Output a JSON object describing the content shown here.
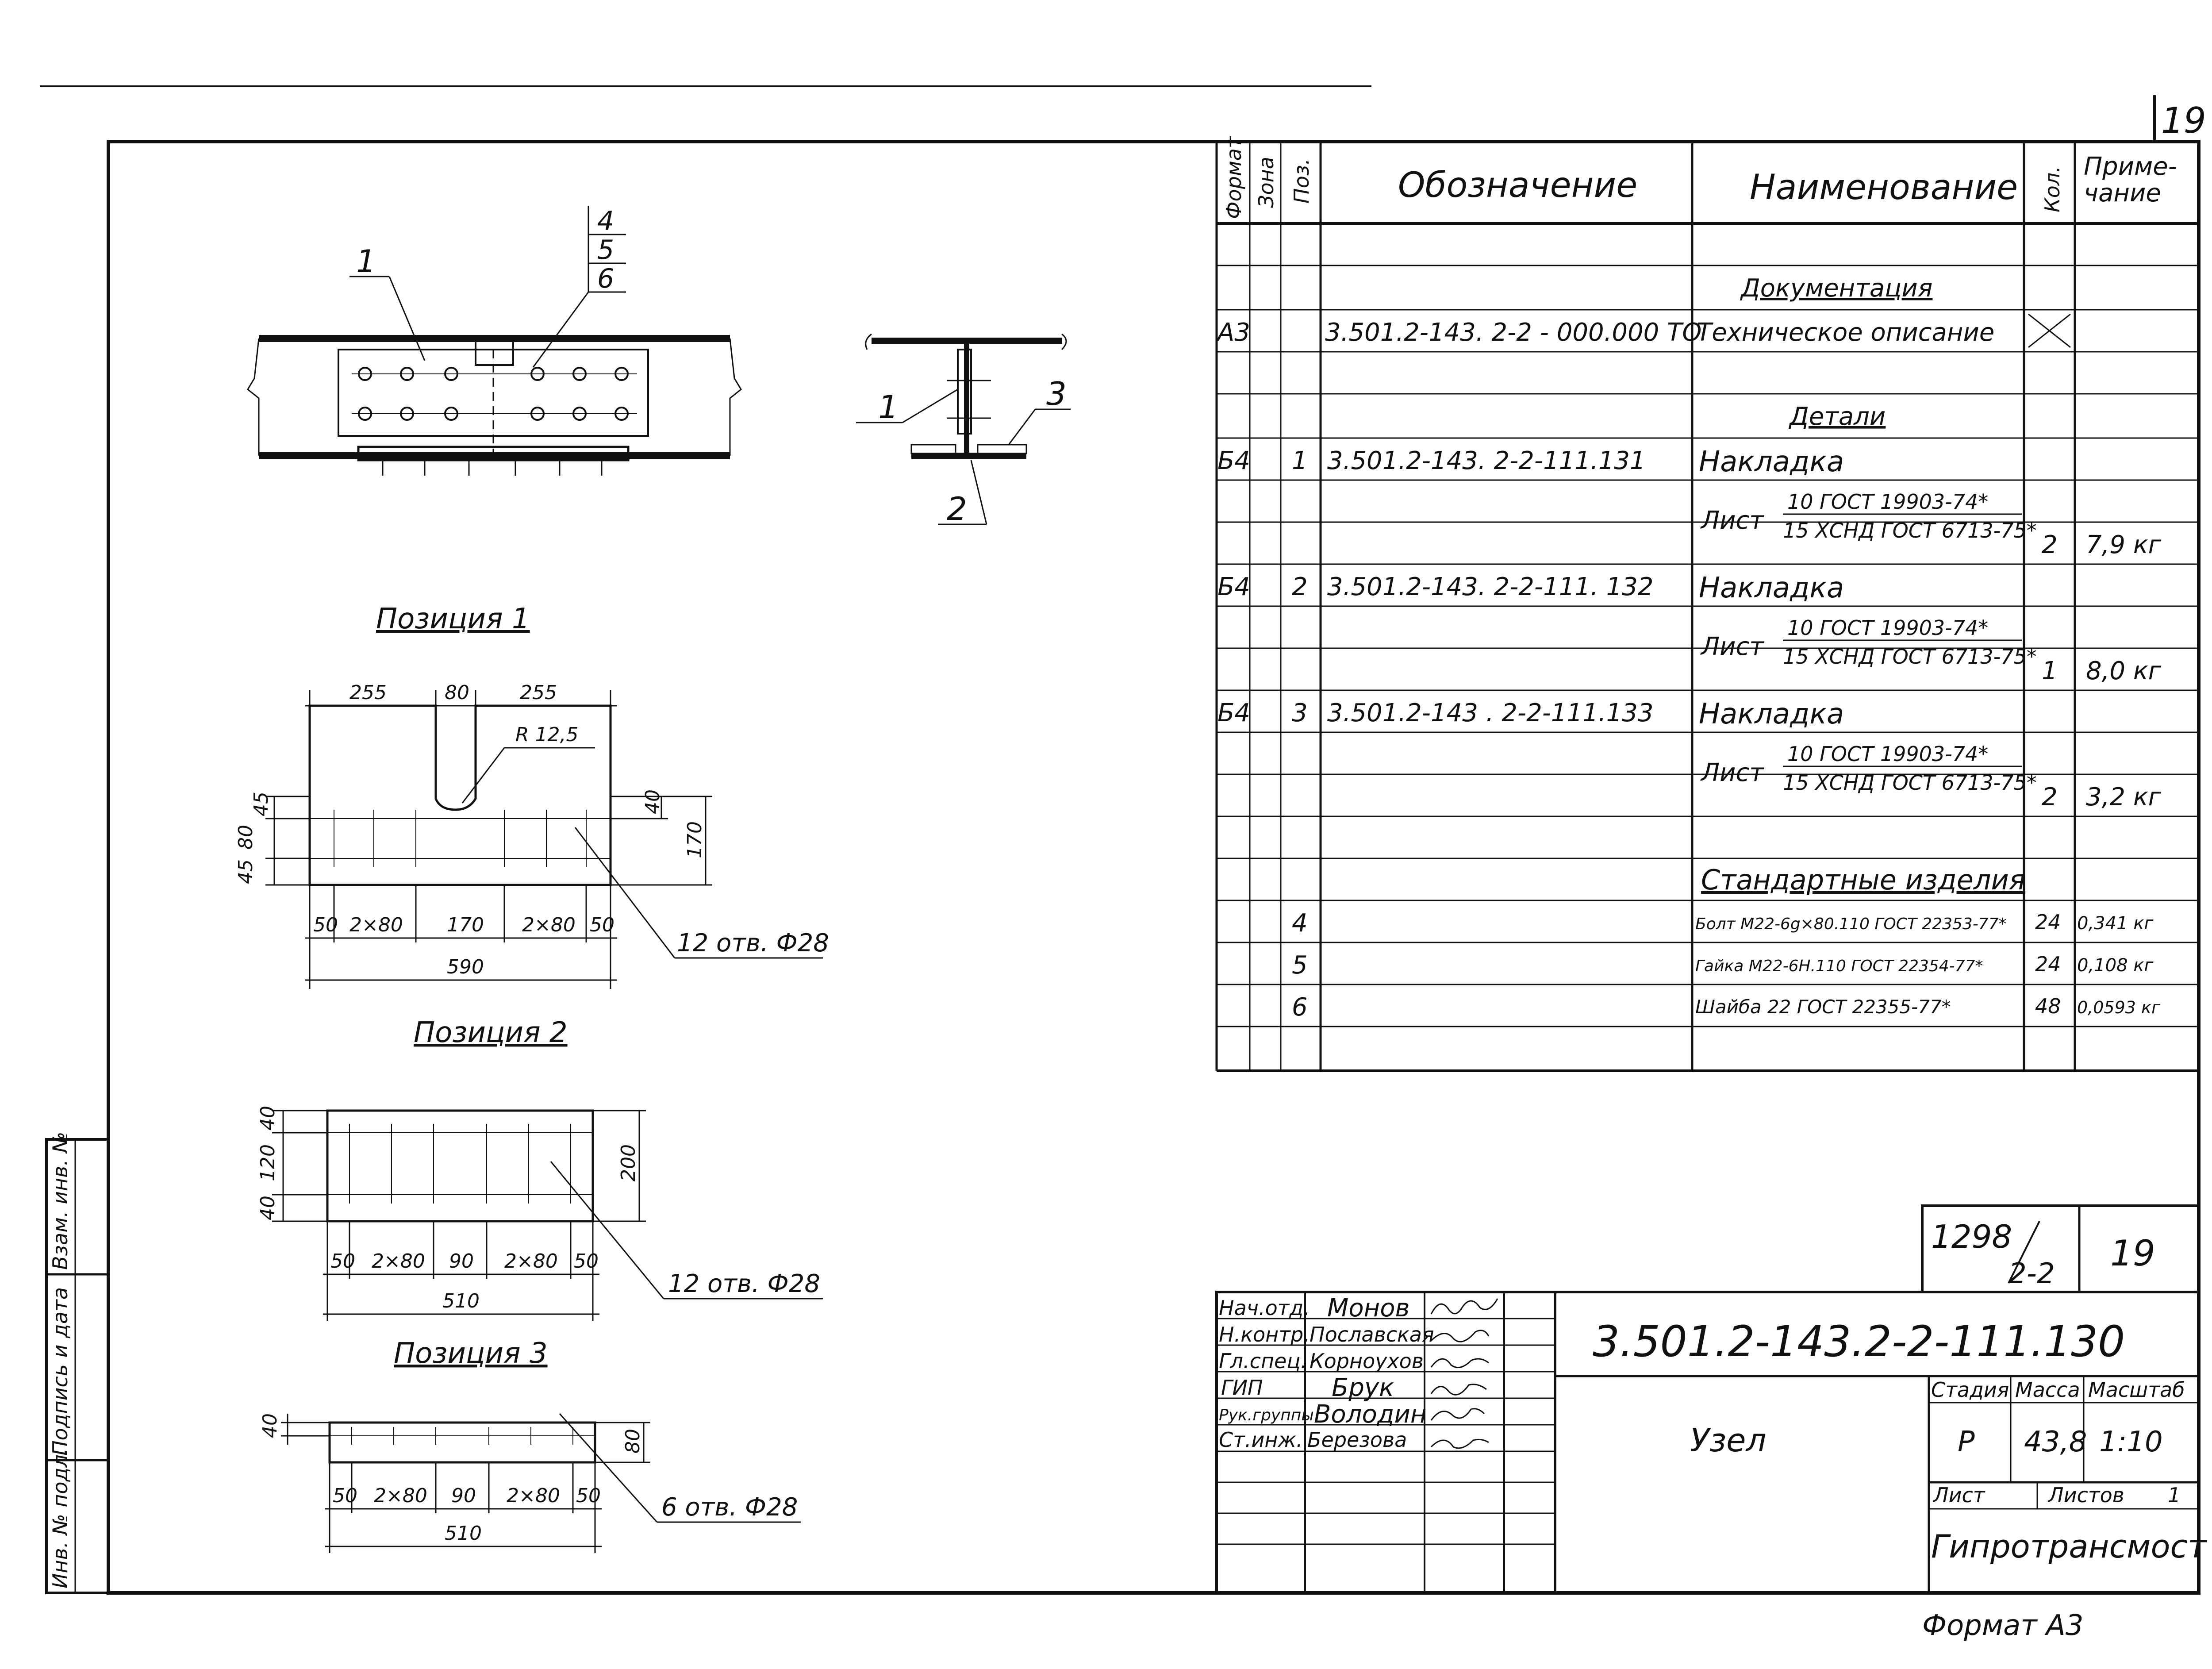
{
  "sheet_number": "19",
  "spec_table": {
    "headers": {
      "format": "Формат",
      "zone": "Зона",
      "pos": "Поз.",
      "designation": "Обозначение",
      "name": "Наименование",
      "qty": "Кол.",
      "note_line1": "Приме-",
      "note_line2": "чание"
    },
    "section_docs": "Документация",
    "section_details": "Детали",
    "section_standard": "Стандартные изделия",
    "doc_row": {
      "format": "А3",
      "designation": "3.501.2-143. 2-2 - 000.000 ТО",
      "name": "Техническое описание"
    },
    "details": [
      {
        "format": "Б4",
        "pos": "1",
        "designation": "3.501.2-143. 2-2-111.131",
        "name": "Накладка",
        "mat_prefix": "Лист",
        "mat_top": "10 ГОСТ 19903-74*",
        "mat_bottom": "15 ХСНД ГОСТ 6713-75*",
        "qty": "2",
        "note": "7,9 кг"
      },
      {
        "format": "Б4",
        "pos": "2",
        "designation": "3.501.2-143. 2-2-111. 132",
        "name": "Накладка",
        "mat_prefix": "Лист",
        "mat_top": "10 ГОСТ 19903-74*",
        "mat_bottom": "15 ХСНД ГОСТ 6713-75*",
        "qty": "1",
        "note": "8,0 кг"
      },
      {
        "format": "Б4",
        "pos": "3",
        "designation": "3.501.2-143 . 2-2-111.133",
        "name": "Накладка",
        "mat_prefix": "Лист",
        "mat_top": "10 ГОСТ 19903-74*",
        "mat_bottom": "15 ХСНД ГОСТ 6713-75*",
        "qty": "2",
        "note": "3,2 кг"
      }
    ],
    "standard": [
      {
        "pos": "4",
        "name": "Болт М22-6g×80.110 ГОСТ 22353-77*",
        "qty": "24",
        "note": "0,341 кг"
      },
      {
        "pos": "5",
        "name": "Гайка М22-6Н.110 ГОСТ 22354-77*",
        "qty": "24",
        "note": "0,108 кг"
      },
      {
        "pos": "6",
        "name": "Шайба 22 ГОСТ 22355-77*",
        "qty": "48",
        "note": "0,0593 кг"
      }
    ]
  },
  "drawings": {
    "callouts_plan": [
      "1",
      "4",
      "5",
      "6"
    ],
    "callouts_section": [
      "1",
      "2",
      "3"
    ],
    "pos1": {
      "title": "Позиция 1",
      "top_dims": [
        "255",
        "80",
        "255"
      ],
      "radius": "R 12,5",
      "left_dims": [
        "45",
        "80",
        "45"
      ],
      "right_dims": [
        "40",
        "170"
      ],
      "bottom_dims": [
        "50",
        "2×80",
        "170",
        "2×80",
        "50"
      ],
      "total": "590",
      "holes": "12 отв. Ф28"
    },
    "pos2": {
      "title": "Позиция 2",
      "left_dims": [
        "40",
        "120",
        "40"
      ],
      "right_dim": "200",
      "bottom_dims": [
        "50",
        "2×80",
        "90",
        "2×80",
        "50"
      ],
      "total": "510",
      "holes": "12 отв. Ф28"
    },
    "pos3": {
      "title": "Позиция 3",
      "left_dim": "40",
      "right_dim": "80",
      "bottom_dims": [
        "50",
        "2×80",
        "90",
        "2×80",
        "50"
      ],
      "total": "510",
      "holes": "6 отв. Ф28"
    }
  },
  "side_stamp": [
    "Инв. № подл.",
    "Подпись и дата",
    "Взам. инв. №"
  ],
  "title_block": {
    "album": "1298",
    "album_part": "2-2",
    "album_sheet": "19",
    "code": "3.501.2-143.2-2-111.130",
    "name": "Узел",
    "stage_label": "Стадия",
    "mass_label": "Масса",
    "scale_label": "Масштаб",
    "stage": "Р",
    "mass": "43,8",
    "scale": "1:10",
    "sheet_label": "Лист",
    "sheets_label": "Листов",
    "sheets": "1",
    "org": "Гипротрансмост",
    "roles": [
      {
        "role": "Нач.отд.",
        "name": "Монов"
      },
      {
        "role": "Н.контр.",
        "name": "Пославская"
      },
      {
        "role": "Гл.спец.",
        "name": "Корноухов"
      },
      {
        "role": "ГИП",
        "name": "Брук"
      },
      {
        "role": "Рук.группы",
        "name": "Володин"
      },
      {
        "role": "Ст.инж.",
        "name": "Березова"
      }
    ]
  },
  "format_label": "Формат А3"
}
